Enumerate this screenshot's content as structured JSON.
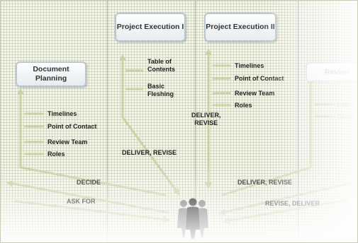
{
  "phases": {
    "document_planning": "Document Planning",
    "project_execution_1": "Project Execution I",
    "project_execution_2": "Project Execution II",
    "review": "Review"
  },
  "planning_tasks": [
    "Timelines",
    "Point of Contact",
    "Review Team",
    "Roles"
  ],
  "execution1_tasks": [
    "Table of Contents",
    "Basic Fleshing"
  ],
  "execution2_tasks": [
    "Timelines",
    "Point of Contact",
    "Review Team",
    "Roles"
  ],
  "review_tasks": [
    "Intern",
    "Client"
  ],
  "flows": {
    "decide": "DECIDE",
    "ask_for": "ASK FOR",
    "deliver_revise_1": "DELIVER, REVISE",
    "deliver_revise_2": "DELIVER, REVISE",
    "deliver_revise_stacked": "DELIVER,\nREVISE",
    "revise_deliver": "REVISE, DELIVER"
  },
  "client_label": "Client",
  "colors": {
    "arrow": "#c7d4a6",
    "grid_background": "#f5f7e7",
    "separator": "#9db3c7",
    "box_border": "#b9c7d3"
  }
}
